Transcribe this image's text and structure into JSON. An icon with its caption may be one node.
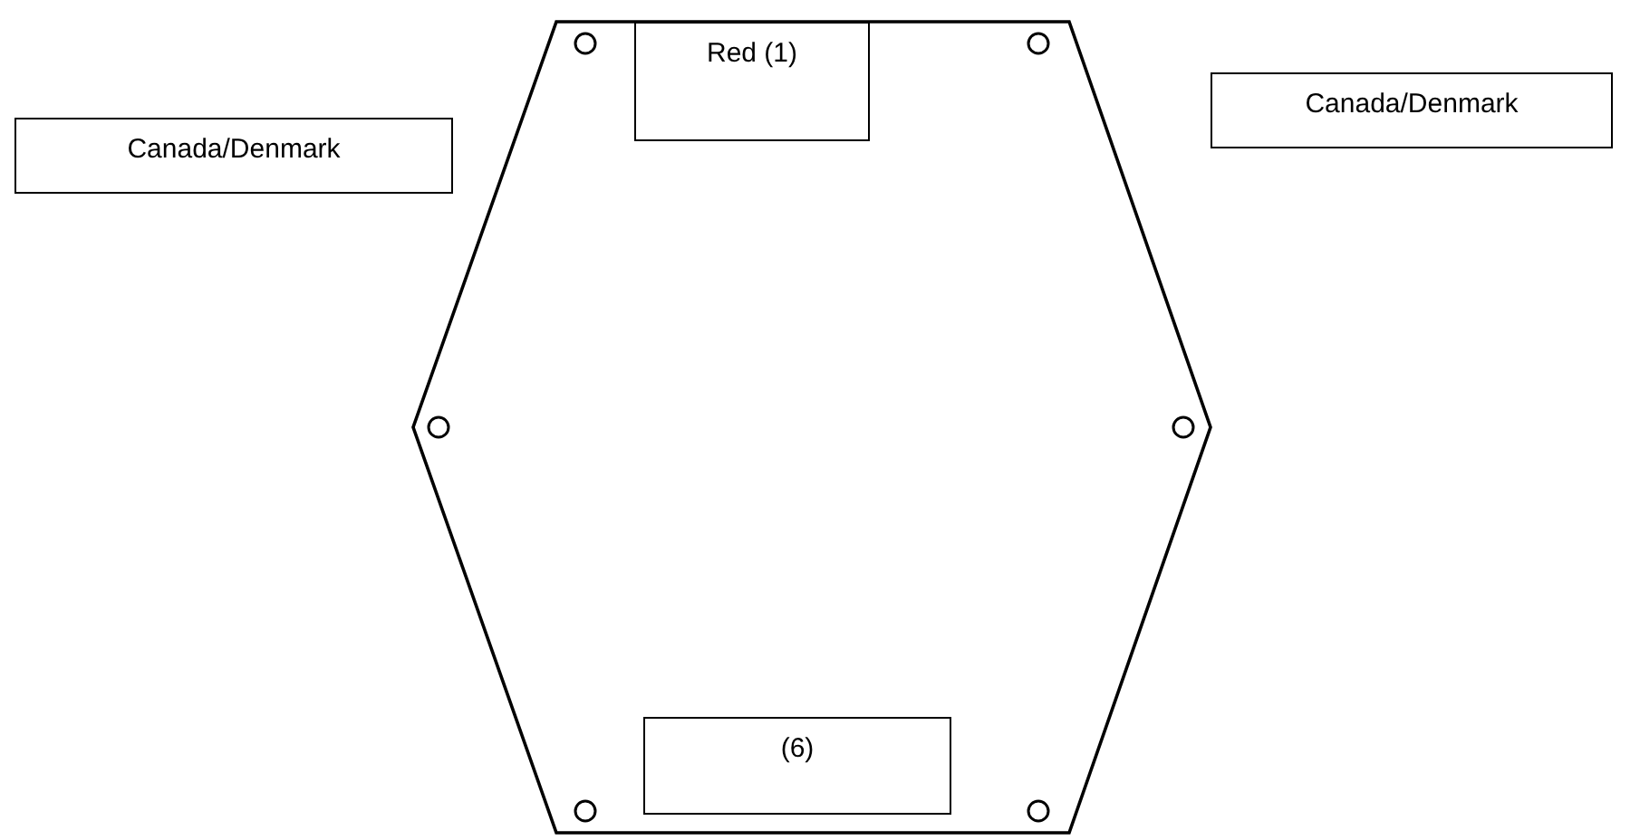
{
  "diagram": {
    "nodes": [
      {
        "text": [
          "Canada/Denmark"
        ]
      },
      {
        "text": [],
        "shape": "hexagon"
      },
      {
        "text": [
          "Red (1)"
        ],
        "in": 1
      },
      {
        "text": [
          "Canada/Denmark"
        ]
      },
      {
        "text": [
          "(6)"
        ],
        "in": 1
      }
    ]
  }
}
